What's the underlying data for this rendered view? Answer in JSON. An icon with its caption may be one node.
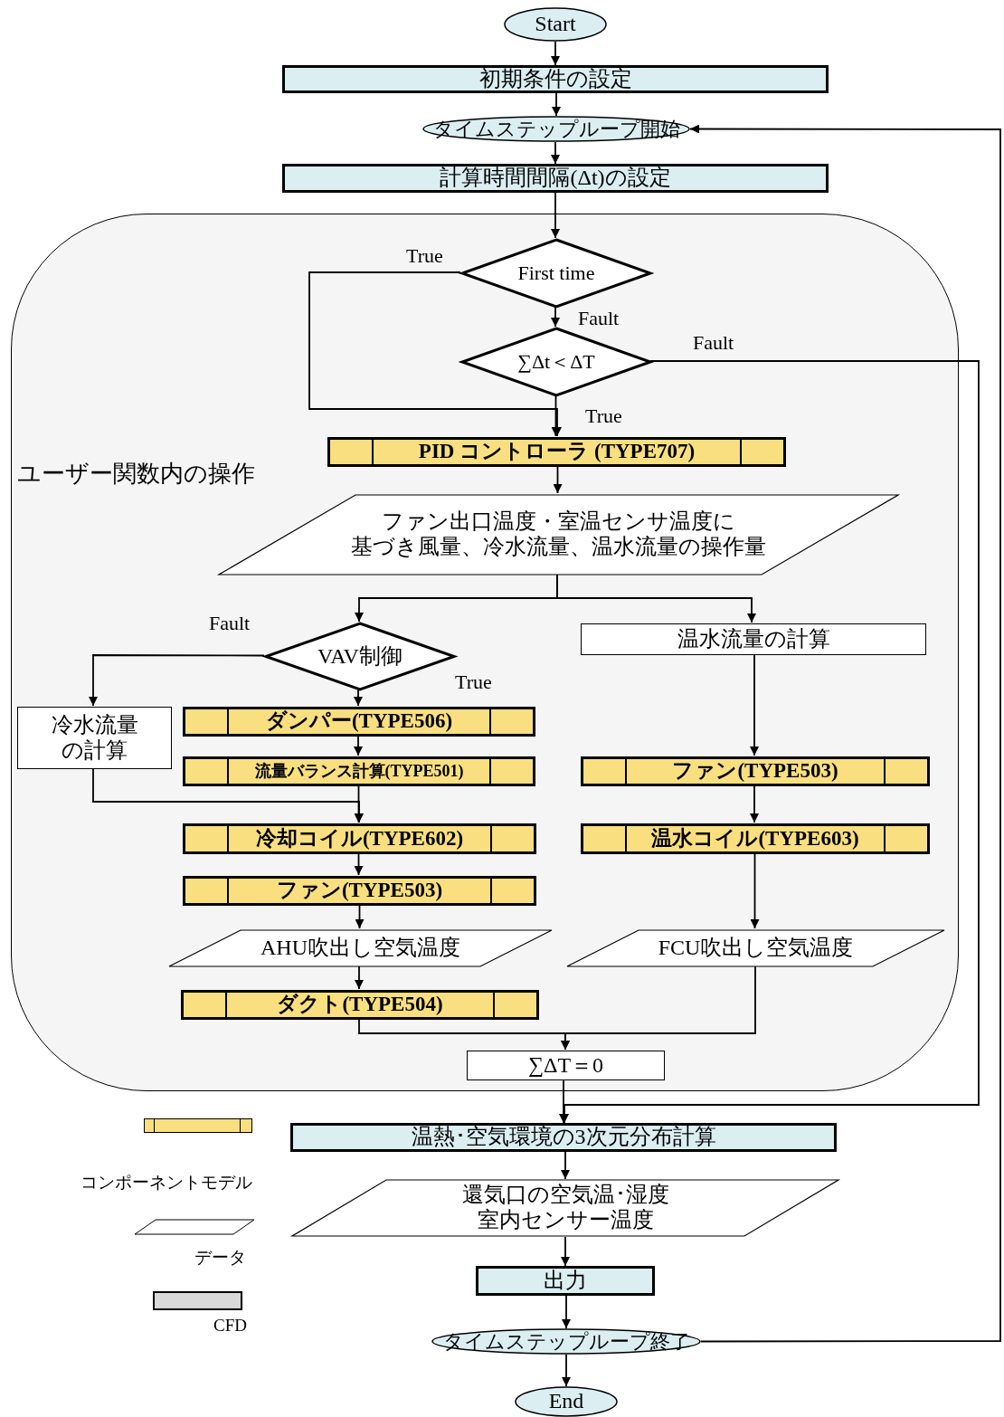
{
  "diagram": {
    "nodes": [
      {
        "text": [
          "Start"
        ]
      },
      {
        "text": [
          "初期条件の設定"
        ]
      },
      {
        "text": [
          "タイムステップループ開始"
        ]
      },
      {
        "text": [
          "計算時間間隔(Δt)の設定"
        ]
      },
      {
        "text": [
          "ユーザー関数内の操作"
        ]
      },
      {
        "text": [
          "First time"
        ],
        "in": 4
      },
      {
        "text": [
          "∑Δt＜ΔT"
        ],
        "in": 4
      },
      {
        "text": [
          "PID コントローラ (TYPE707)"
        ],
        "in": 4
      },
      {
        "text": [
          "ファン出口温度・室温センサ温度に",
          "基づき風量、冷水流量、温水流量の操作量"
        ],
        "in": 4
      },
      {
        "text": [
          "VAV制御"
        ],
        "in": 4
      },
      {
        "text": [
          "温水流量の計算"
        ],
        "in": 4
      },
      {
        "text": [
          "冷水流量の計算"
        ],
        "in": 4
      },
      {
        "text": [
          "ダンパー(TYPE506)"
        ],
        "in": 4
      },
      {
        "text": [
          "流量バランス計算(TYPE501)"
        ],
        "in": 4
      },
      {
        "text": [
          "冷却コイル(TYPE602)"
        ],
        "in": 4
      },
      {
        "text": [
          "ファン(TYPE503)"
        ],
        "in": 4
      },
      {
        "text": [
          "AHU吹出し空気温度"
        ],
        "in": 4
      },
      {
        "text": [
          "ダクト(TYPE504)"
        ],
        "in": 4
      },
      {
        "text": [
          "ファン(TYPE503)"
        ],
        "in": 4
      },
      {
        "text": [
          "温水コイル(TYPE603)"
        ],
        "in": 4
      },
      {
        "text": [
          "FCU吹出し空気温度"
        ],
        "in": 4
      },
      {
        "text": [
          "∑ΔT＝0"
        ],
        "in": 4
      },
      {
        "text": [
          "温熱･空気環境の3次元分布計算"
        ]
      },
      {
        "text": [
          "還気口の空気温･湿度",
          "室内センサー温度"
        ]
      },
      {
        "text": [
          "出力"
        ]
      },
      {
        "text": [
          "タイムステップループ終了"
        ]
      },
      {
        "text": [
          "End"
        ]
      }
    ],
    "edges": [
      {
        "from": 0,
        "to": 1,
        "arrow": "to"
      },
      {
        "from": 1,
        "to": 2,
        "arrow": "to"
      },
      {
        "from": 2,
        "to": 3,
        "arrow": "to"
      },
      {
        "from": 3,
        "to": 5,
        "arrow": "to"
      },
      {
        "from": 5,
        "to": 6,
        "arrow": "to",
        "label": "Fault"
      },
      {
        "from": 5,
        "to": 7,
        "arrow": "to",
        "label": "True"
      },
      {
        "from": 6,
        "to": 7,
        "arrow": "to",
        "label": "True"
      },
      {
        "from": 6,
        "to": 22,
        "arrow": "to",
        "label": "Fault"
      },
      {
        "from": 7,
        "to": 8,
        "arrow": "to"
      },
      {
        "from": 8,
        "to": 9,
        "arrow": "to"
      },
      {
        "from": 8,
        "to": 10,
        "arrow": "to"
      },
      {
        "from": 9,
        "to": 11,
        "arrow": "to",
        "label": "Fault"
      },
      {
        "from": 9,
        "to": 12,
        "arrow": "to",
        "label": "True"
      },
      {
        "from": 11,
        "to": 14,
        "arrow": "to"
      },
      {
        "from": 12,
        "to": 13,
        "arrow": "to"
      },
      {
        "from": 13,
        "to": 14,
        "arrow": "to"
      },
      {
        "from": 14,
        "to": 15,
        "arrow": "to"
      },
      {
        "from": 15,
        "to": 16,
        "arrow": "to"
      },
      {
        "from": 16,
        "to": 17,
        "arrow": "to"
      },
      {
        "from": 10,
        "to": 18,
        "arrow": "to"
      },
      {
        "from": 18,
        "to": 19,
        "arrow": "to"
      },
      {
        "from": 19,
        "to": 20,
        "arrow": "to"
      },
      {
        "from": 17,
        "to": 21,
        "arrow": "to"
      },
      {
        "from": 20,
        "to": 21,
        "arrow": "to"
      },
      {
        "from": 21,
        "to": 22,
        "arrow": "to"
      },
      {
        "from": 22,
        "to": 23,
        "arrow": "to"
      },
      {
        "from": 23,
        "to": 24,
        "arrow": "to"
      },
      {
        "from": 24,
        "to": 25,
        "arrow": "to"
      },
      {
        "from": 25,
        "to": 26,
        "arrow": "to"
      },
      {
        "from": 25,
        "to": 2,
        "arrow": "to"
      }
    ],
    "legend": [
      {
        "text": "コンポーネントモデル",
        "color": "#f9df80"
      },
      {
        "text": "データ"
      },
      {
        "text": "CFD",
        "color": "#d9d9d9"
      }
    ]
  }
}
